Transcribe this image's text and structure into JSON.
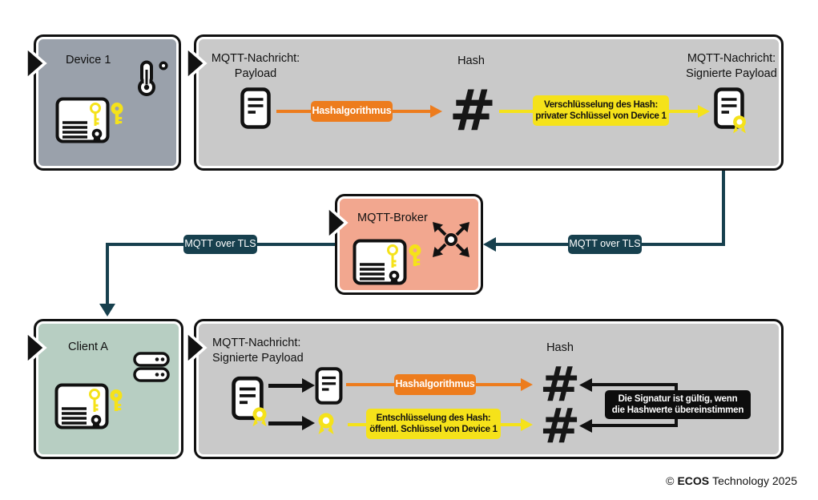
{
  "device1": {
    "title": "Device 1"
  },
  "top_flow": {
    "payload_label": {
      "line1": "MQTT-Nachricht:",
      "line2": "Payload"
    },
    "hashalgo_label": "Hashalgorithmus",
    "hash_label": "Hash",
    "hash_symbol": "#",
    "encrypt_label": {
      "line1": "Verschlüsselung des Hash:",
      "line2": "privater Schlüssel von Device 1"
    },
    "signed_label": {
      "line1": "MQTT-Nachricht:",
      "line2": "Signierte Payload"
    }
  },
  "broker": {
    "title": "MQTT-Broker"
  },
  "connections": {
    "tls_right": "MQTT over TLS",
    "tls_left": "MQTT over TLS"
  },
  "client": {
    "title": "Client A"
  },
  "bottom_flow": {
    "signed_label": {
      "line1": "MQTT-Nachricht:",
      "line2": "Signierte Payload"
    },
    "hashalgo_label": "Hashalgorithmus",
    "decrypt_label": {
      "line1": "Entschlüsselung des Hash:",
      "line2": "öffentl. Schlüssel von Device 1"
    },
    "hash_label": "Hash",
    "hash_symbol_top": "#",
    "hash_symbol_bottom": "#",
    "validity_label": {
      "line1": "Die Signatur ist gültig, wenn",
      "line2": "die Hashwerte übereinstimmen"
    }
  },
  "footer": {
    "copyright_symbol": "©",
    "brand": "ECOS",
    "suffix": "Technology 2025"
  },
  "colors": {
    "device_bg": "#9AA1AB",
    "flow_bg": "#C9C9C9",
    "broker_bg": "#F2A78F",
    "client_bg": "#B7CEC2",
    "teal": "#17404E",
    "orange": "#ED7C1D",
    "yellow": "#F5E21A",
    "black": "#111111"
  }
}
